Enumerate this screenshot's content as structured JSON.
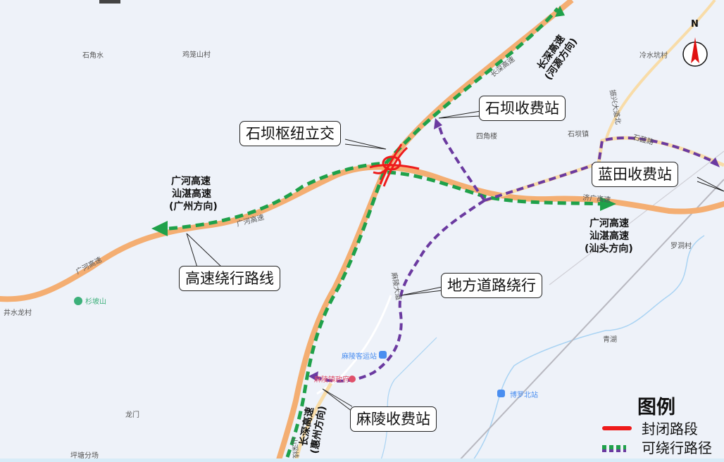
{
  "callouts": {
    "shiba_interchange": "石坝枢纽立交",
    "shiba_toll": "石坝收费站",
    "lantian_toll": "蓝田收费站",
    "highway_detour": "高速绕行路线",
    "local_detour": "地方道路绕行",
    "maling_toll": "麻陵收费站"
  },
  "directions": {
    "heyuan": [
      "长深高速",
      "(河源方向)"
    ],
    "guangzhou": [
      "广河高速",
      "汕湛高速",
      "(广州方向)"
    ],
    "shantou": [
      "广河高速",
      "汕湛高速",
      "(汕头方向)"
    ],
    "huizhou": [
      "长深高速",
      "(惠州方向)"
    ]
  },
  "places": {
    "shijiaoshui": "石角水",
    "jilongshan": "鸡笼山村",
    "lengshuikeng": "冷水坑村",
    "sijiaolou": "四角楼",
    "shibazhen": "石坝镇",
    "jingshuilong": "井水龙村",
    "shanposhan": "杉坡山",
    "longmen": "龙门",
    "pingtang": "坪塘分场",
    "qinghu": "青湖",
    "luodong": "罗洞村",
    "boluo_north": "博罗北站",
    "maling_bus": "麻陵客运站",
    "maling_gov": "麻陵镇政府"
  },
  "roads": {
    "guanghe1": "广河高速",
    "guanghe2": "广河高速",
    "changshen": "长深高速",
    "zhenxing": "振兴大道北",
    "shilan": "石蓝路",
    "jiguang": "济广高速",
    "maling_ave": "麻陵大道",
    "shanshen": "山深线"
  },
  "compass": {
    "label": "N"
  },
  "legend": {
    "title": "图例",
    "closed": "封闭路段",
    "detour": "可绕行路径",
    "colors": {
      "closed": "#ee1b1b",
      "detour_green": "#1fa14a",
      "detour_purple": "#6b3aa0",
      "expressway": "#f4ae72"
    }
  }
}
